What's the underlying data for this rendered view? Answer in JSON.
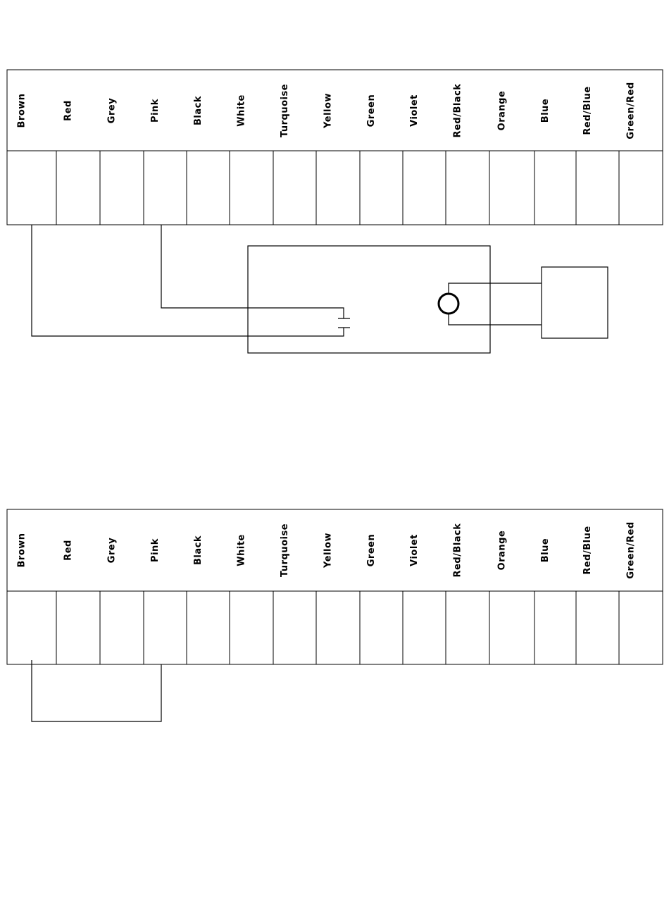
{
  "terminal_strips": [
    {
      "id": "upper",
      "wires": [
        "Brown",
        "Red",
        "Grey",
        "Pink",
        "Black",
        "White",
        "Turquoise",
        "Yellow",
        "Green",
        "Violet",
        "Red/Black",
        "Orange",
        "Blue",
        "Red/Blue",
        "Green/Red"
      ]
    },
    {
      "id": "lower",
      "wires": [
        "Brown",
        "Red",
        "Grey",
        "Pink",
        "Black",
        "White",
        "Turquoise",
        "Yellow",
        "Green",
        "Violet",
        "Red/Black",
        "Orange",
        "Blue",
        "Red/Blue",
        "Green/Red"
      ]
    }
  ],
  "upper_circuit": {
    "connected_wires": [
      "Brown",
      "Pink"
    ],
    "components": [
      "capacitor-contact",
      "lamp",
      "external-device"
    ]
  },
  "lower_circuit": {
    "connected_wires": [
      "Brown",
      "Pink"
    ],
    "components": [
      "jumper"
    ]
  }
}
